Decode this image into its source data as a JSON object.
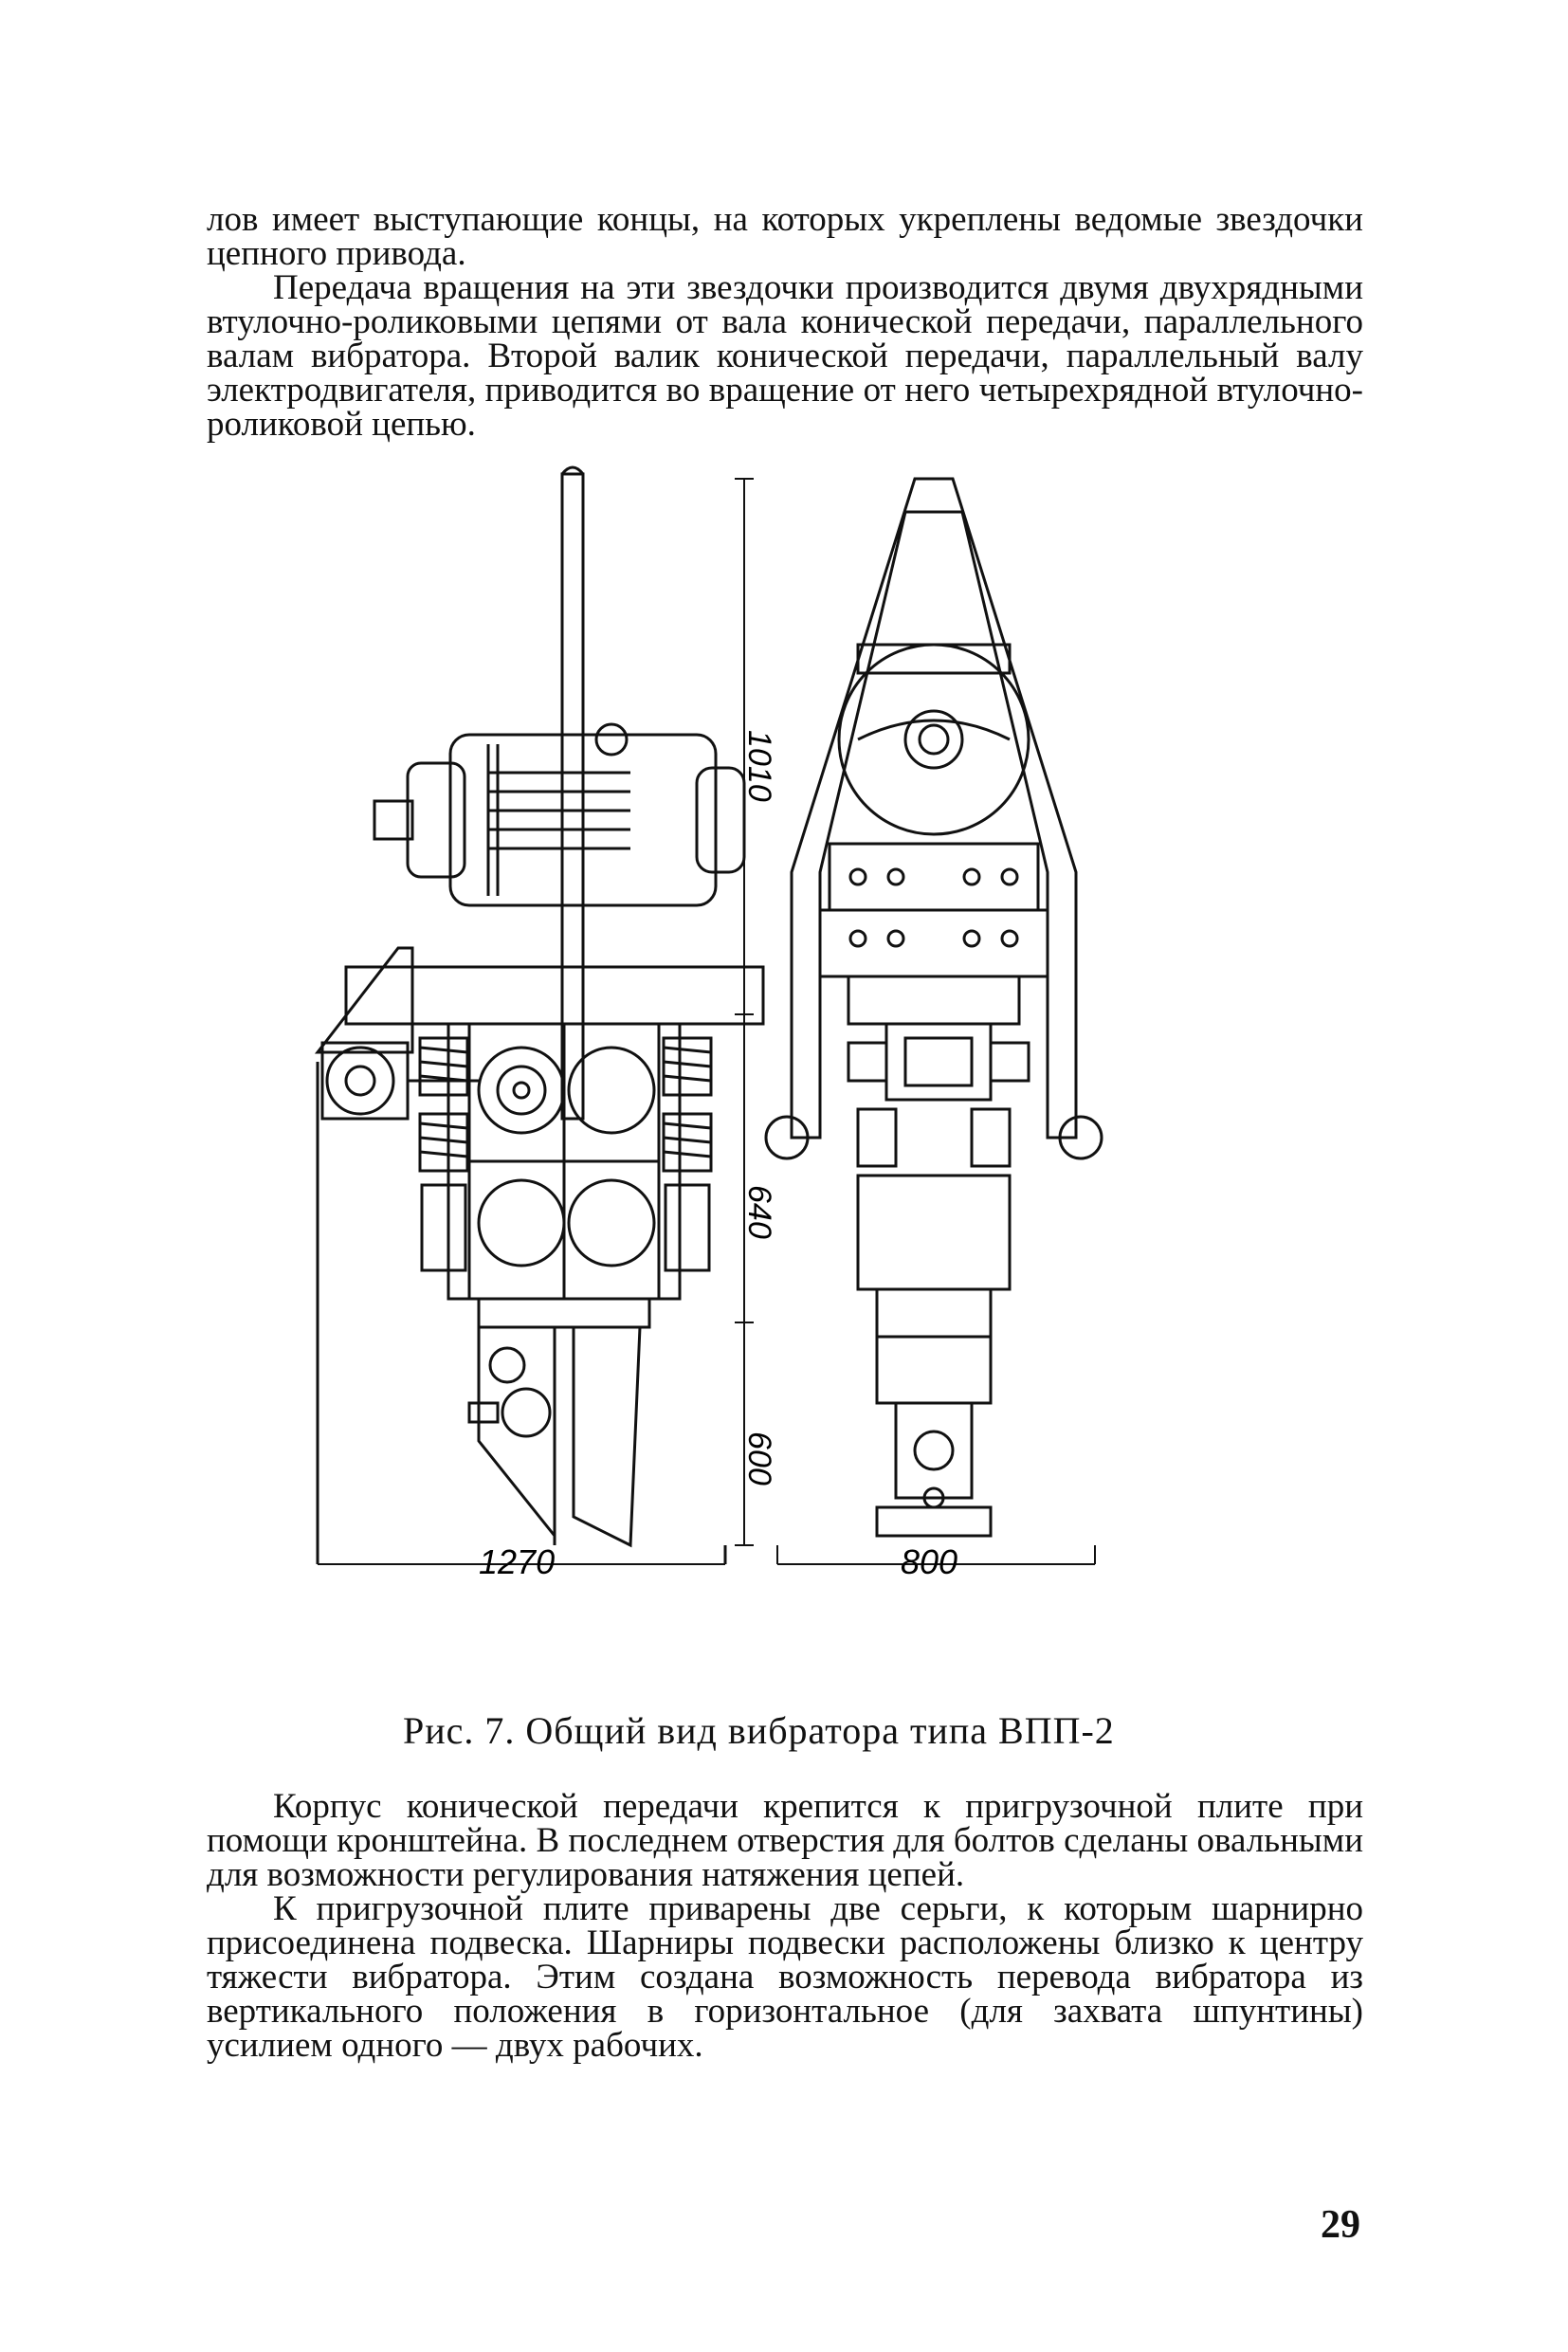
{
  "text_top": [
    "лов имеет выступающие концы, на которых укреплены ведомые звездочки цепного привода.",
    "Передача вращения на эти звездочки производится двумя двухрядными втулочно-роликовыми цепями от вала конической передачи, параллельного валам вибратора. Второй валик конической передачи, параллельный валу электродвигателя, приводится во вращение от него четырехрядной втулочно-роликовой цепью."
  ],
  "figure": {
    "dimensions": {
      "dim_1010": "1010",
      "dim_640": "640",
      "dim_600": "600",
      "dim_1270": "1270",
      "dim_800": "800"
    },
    "caption": "Рис. 7.   Общий вид вибратора типа ВПП-2"
  },
  "text_bottom": [
    "Корпус конической передачи крепится к пригрузочной плите при помощи кронштейна. В последнем отверстия для болтов сделаны овальными для возможности регулирования натяжения цепей.",
    "К пригрузочной плите приварены две серьги, к которым шарнирно присоединена подвеска. Шарниры подвески расположены близко к центру тяжести вибратора. Этим создана возможность перевода вибратора из вертикального положения в горизонтальное (для захвата шпунтины) усилием одного — двух рабочих."
  ],
  "page_number": "29"
}
